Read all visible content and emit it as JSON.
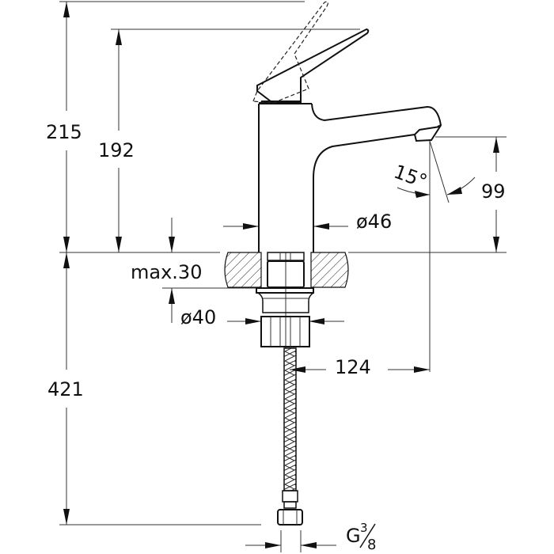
{
  "drawing": {
    "title": "Basin mixer faucet dimension drawing",
    "units": "mm",
    "colors": {
      "line": "#111111",
      "background": "#ffffff"
    }
  },
  "dimensions": {
    "total_height": "215",
    "lever_height": "192",
    "spout_height": "99",
    "body_diameter": "ø46",
    "max_counter_thickness": "max.30",
    "nut_diameter": "ø40",
    "spout_reach": "124",
    "hose_length": "421",
    "spout_angle": "15°",
    "connection_thread_main": "G",
    "connection_thread_num": "3",
    "connection_thread_den": "8"
  }
}
